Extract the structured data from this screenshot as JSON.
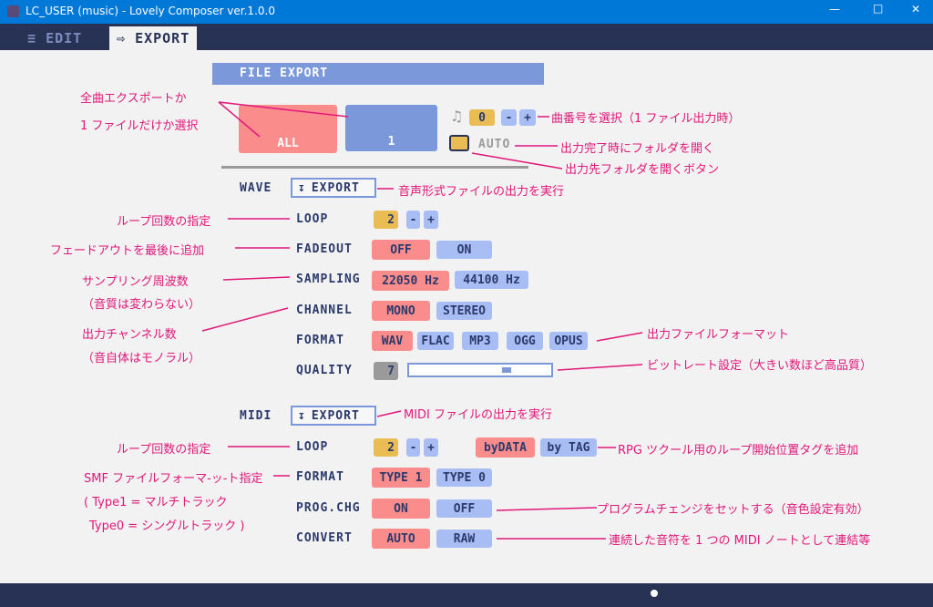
{
  "window": {
    "title": "LC_USER  (music)  - Lovely Composer ver.1.0.0"
  },
  "tabs": [
    {
      "label": "EDIT"
    },
    {
      "label": "EXPORT"
    }
  ],
  "section_title": "FILE EXPORT",
  "mode": {
    "all_label": "ALL",
    "one_label": "1",
    "song_number": "0",
    "auto_label": "AUTO"
  },
  "wave": {
    "label": "WAVE",
    "export": "EXPORT",
    "loop": {
      "label": "LOOP",
      "value": "2"
    },
    "fadeout": {
      "label": "FADEOUT",
      "options": [
        "OFF",
        "ON"
      ],
      "selected": "OFF"
    },
    "sampling": {
      "label": "SAMPLING",
      "options": [
        "22050 Hz",
        "44100 Hz"
      ],
      "selected": "22050 Hz"
    },
    "channel": {
      "label": "CHANNEL",
      "options": [
        "MONO",
        "STEREO"
      ],
      "selected": "MONO"
    },
    "format": {
      "label": "FORMAT",
      "options": [
        "WAV",
        "FLAC",
        "MP3",
        "OGG",
        "OPUS"
      ],
      "selected": "WAV"
    },
    "quality": {
      "label": "QUALITY",
      "value": "7",
      "slider_fraction": 0.7
    }
  },
  "midi": {
    "label": "MIDI",
    "export": "EXPORT",
    "loop": {
      "label": "LOOP",
      "value": "2",
      "options": [
        "byDATA",
        "by TAG"
      ],
      "selected": "byDATA"
    },
    "format": {
      "label": "FORMAT",
      "options": [
        "TYPE 1",
        "TYPE 0"
      ],
      "selected": "TYPE 1"
    },
    "progchg": {
      "label": "PROG.CHG",
      "options": [
        "ON",
        "OFF"
      ],
      "selected": "ON"
    },
    "convert": {
      "label": "CONVERT",
      "options": [
        "AUTO",
        "RAW"
      ],
      "selected": "AUTO"
    }
  },
  "notes": {
    "n1a": "全曲エクスポートか",
    "n1b": "1 ファイルだけか選択",
    "n2": "曲番号を選択（1 ファイル出力時）",
    "n3": "出力完了時にフォルダを開く",
    "n4": "出力先フォルダを開くボタン",
    "n5": "音声形式ファイルの出力を実行",
    "n6": "ループ回数の指定",
    "n7": "フェードアウトを最後に追加",
    "n8a": "サンプリング周波数",
    "n8b": "（音質は変わらない）",
    "n9a": "出力チャンネル数",
    "n9b": "（音自体はモノラル）",
    "n10": "出力ファイルフォーマット",
    "n11": "ビットレート設定（大きい数ほど高品質）",
    "n12": "MIDI ファイルの出力を実行",
    "n13": "ループ回数の指定",
    "n14": "RPG ツクール用のループ開始位置タグを追加",
    "n15a": "SMF ファイルフォーマ-ッ-ト指定",
    "n15b": "( Type1 = マルチトラック",
    "n15c": "Type0 = シングルトラック )",
    "n16": "プログラムチェンジをセットする（音色設定有効）",
    "n17": "連続した音符を 1 つの MIDI ノートとして連結等"
  },
  "colors": {
    "accent": "#e0187a",
    "selected": "#fa8c8c",
    "unselected": "#a9bdf5",
    "header": "#7b98db"
  }
}
